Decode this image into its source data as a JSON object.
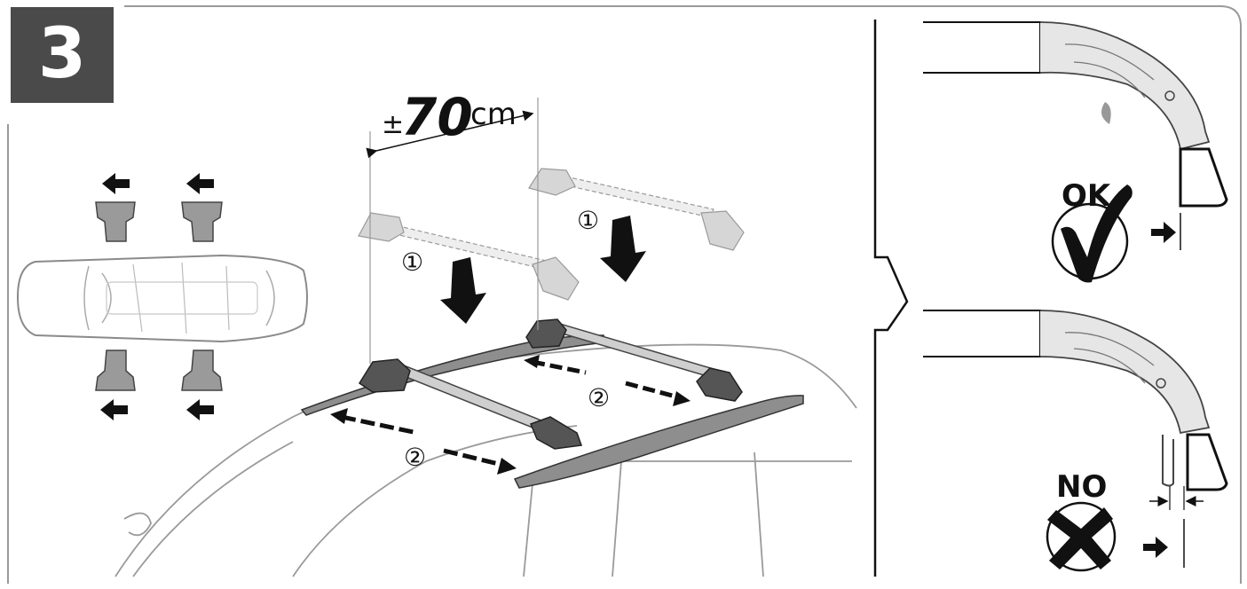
{
  "step": {
    "number": "3"
  },
  "measure": {
    "prefix": "±",
    "value": "70",
    "unit": "cm"
  },
  "markers": {
    "lower": "①",
    "slide": "②"
  },
  "verdicts": {
    "ok": "OK",
    "no": "NO"
  },
  "colors": {
    "badge": "#4a4a4a",
    "ink": "#111111",
    "frame": "#9a9a9a",
    "bar": "#cfcfcf",
    "rail": "#8e8e8e"
  },
  "icons": [
    "arrow-icon",
    "check-icon",
    "cross-icon"
  ]
}
